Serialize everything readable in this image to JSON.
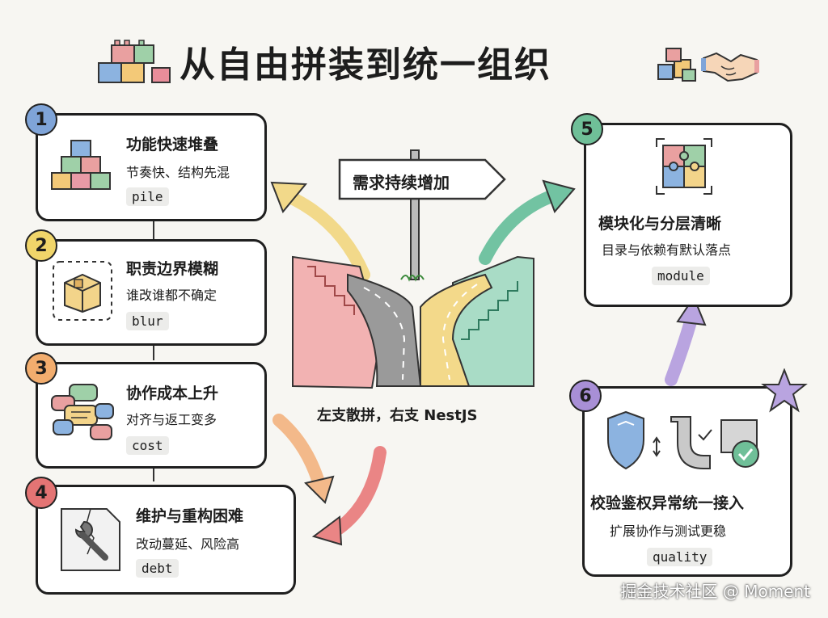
{
  "title": "从自由拼装到统一组织",
  "sign": "需求持续增加",
  "caption": "左支散拼，右支 NestJS",
  "cards": [
    {
      "num": "1",
      "title": "功能快速堆叠",
      "sub": "节奏快、结构先混",
      "tag": "pile",
      "color": "#7fa4d8"
    },
    {
      "num": "2",
      "title": "职责边界模糊",
      "sub": "谁改谁都不确定",
      "tag": "blur",
      "color": "#f0d56a"
    },
    {
      "num": "3",
      "title": "协作成本上升",
      "sub": "对齐与返工变多",
      "tag": "cost",
      "color": "#f2ad6e"
    },
    {
      "num": "4",
      "title": "维护与重构困难",
      "sub": "改动蔓延、风险高",
      "tag": "debt",
      "color": "#e47474"
    },
    {
      "num": "5",
      "title": "模块化与分层清晰",
      "sub": "目录与依赖有默认落点",
      "tag": "module",
      "color": "#6fbf98"
    },
    {
      "num": "6",
      "title": "校验鉴权异常统一接入",
      "sub": "扩展协作与测试更稳",
      "tag": "quality",
      "color": "#a88fd6"
    }
  ],
  "icons": {
    "title_left": "building-blocks-icon",
    "title_right": "handshake-icon",
    "card1": "blocks-stack-icon",
    "card2": "box-icon",
    "card3": "chat-bubbles-icon",
    "card4": "broken-wrench-icon",
    "card5": "puzzle-icon",
    "card6": "shield-pipe-check-icon"
  },
  "watermark": "掘金技术社区 @ Moment"
}
